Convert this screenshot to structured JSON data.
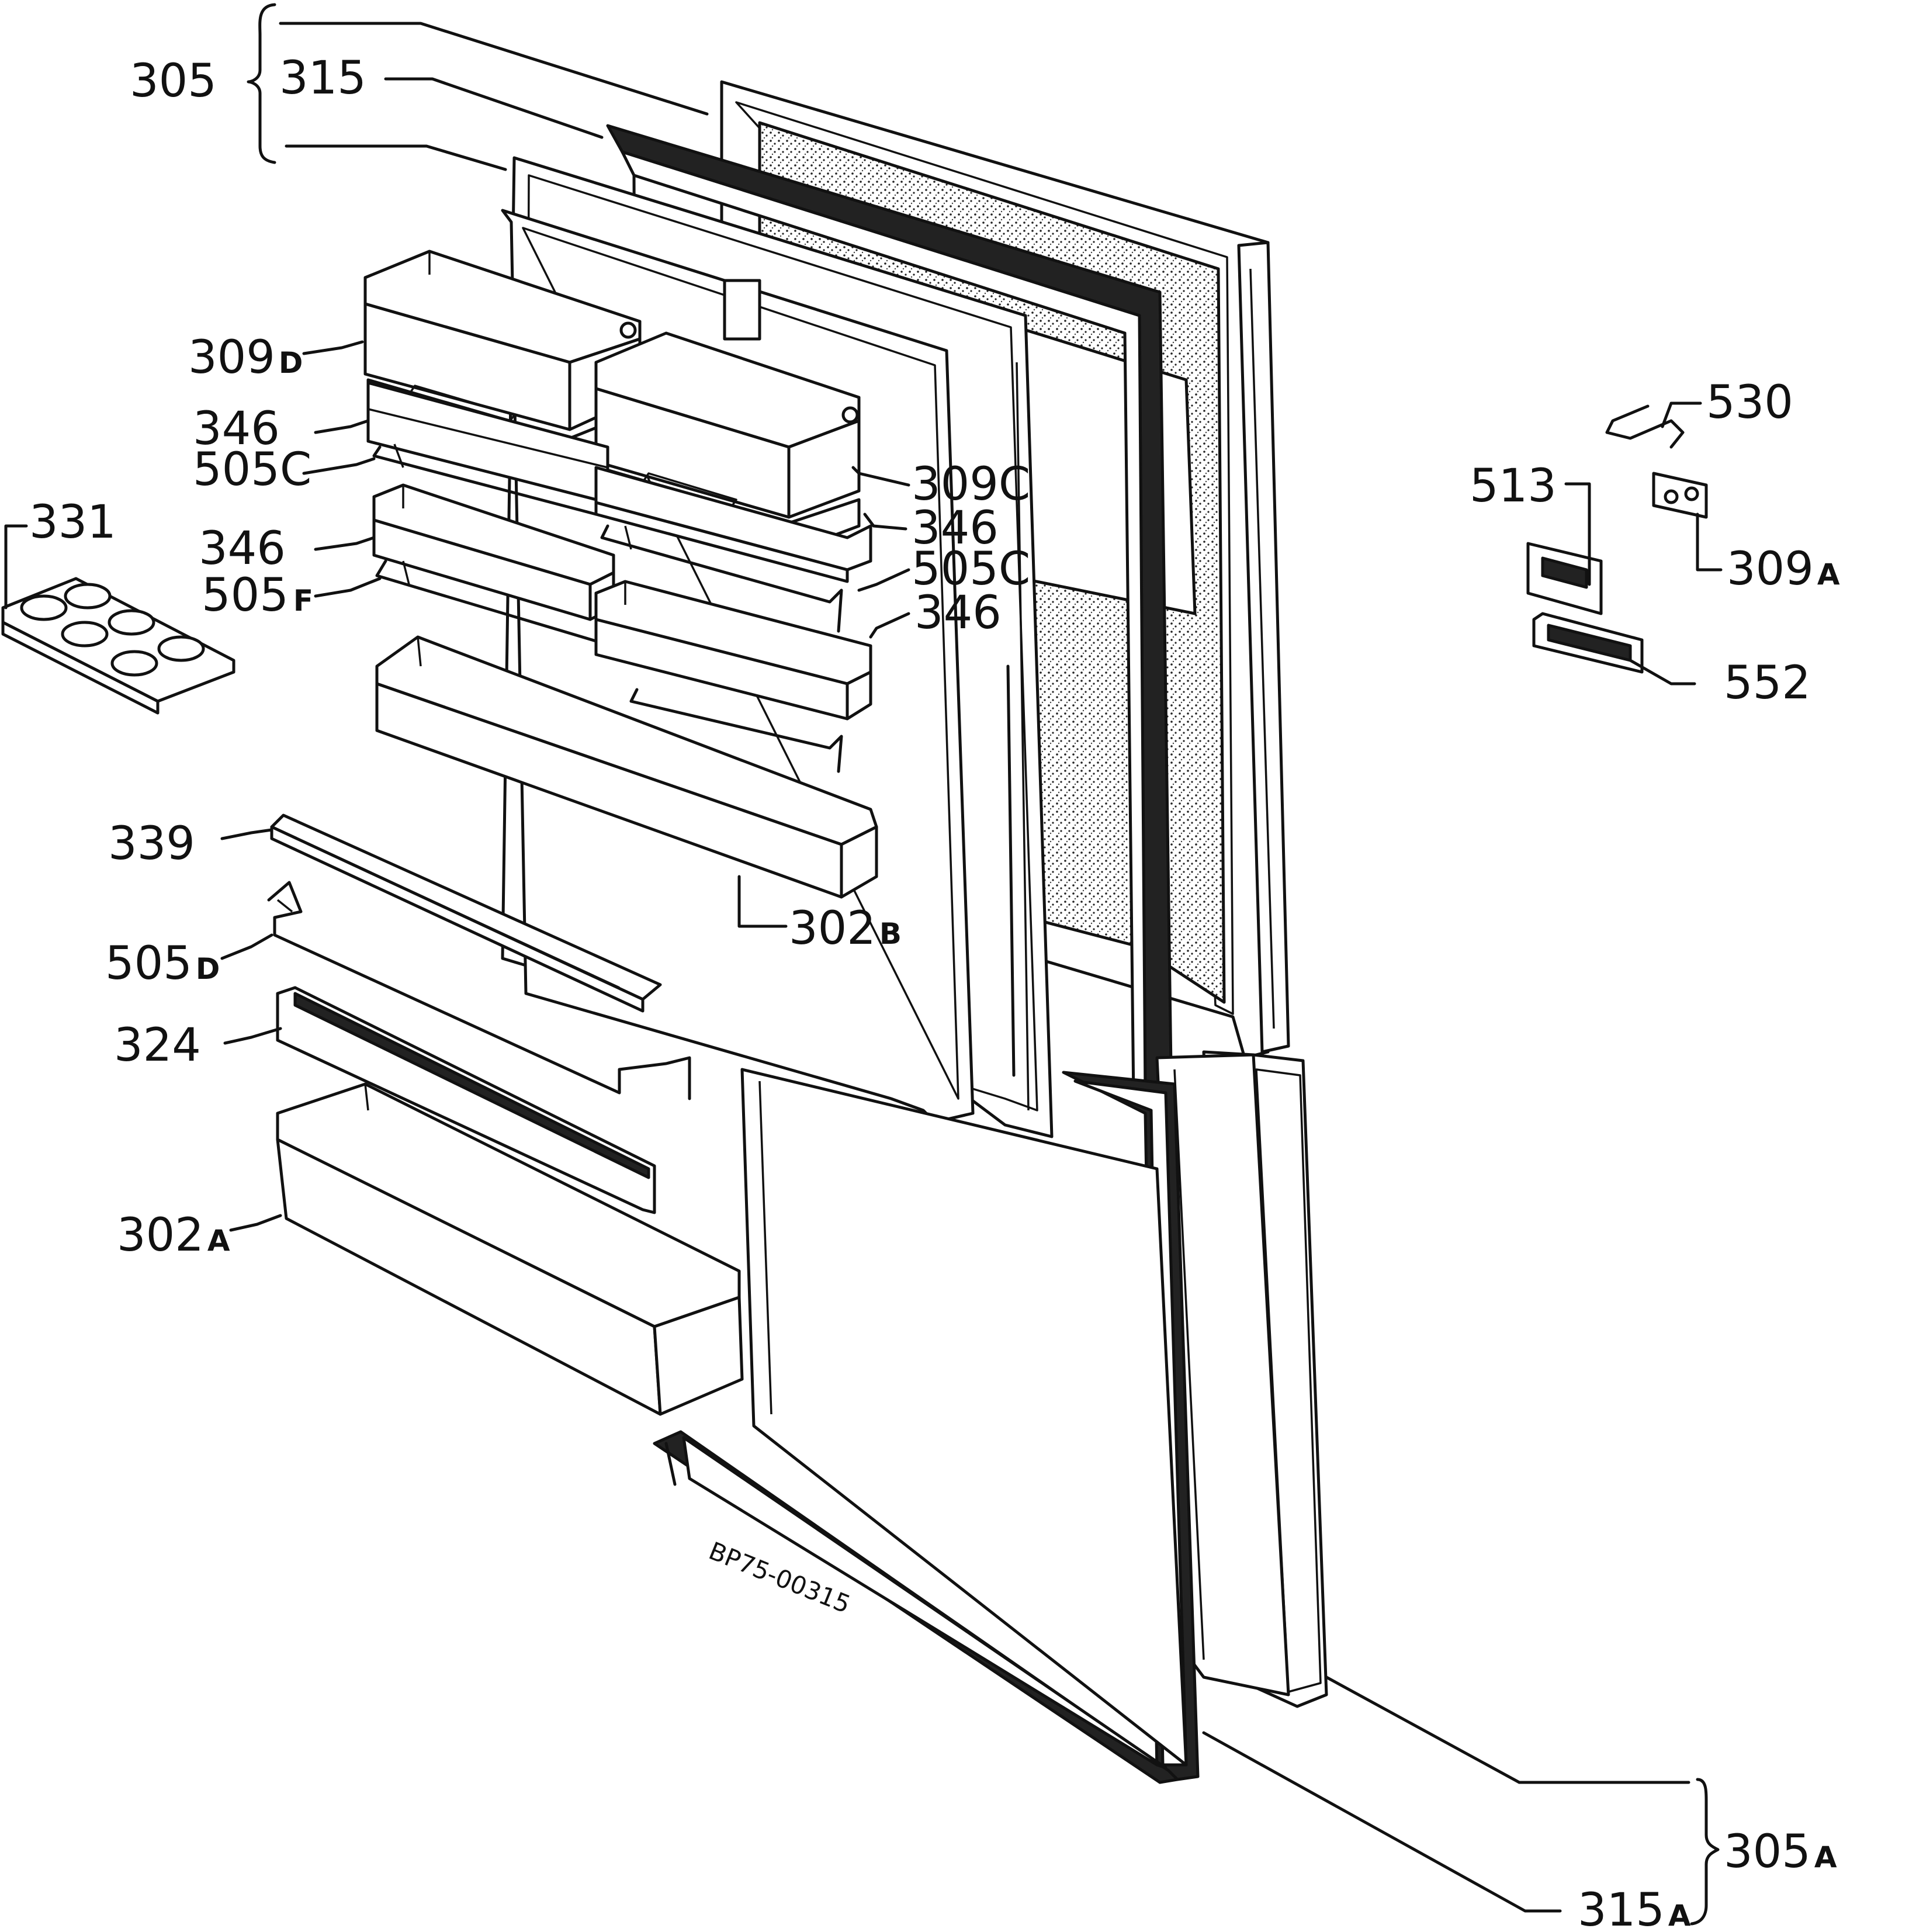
{
  "labels": {
    "l305": "305",
    "l315": "315",
    "l309d_num": "309",
    "l309d_suf": "D",
    "l346_a": "346",
    "l505c_a_num": "505",
    "l505c_a_suf": "C",
    "l331": "331",
    "l346_b": "346",
    "l505f_num": "505",
    "l505f_suf": "F",
    "l309c_num": "309",
    "l309c_suf": "C",
    "l346_c": "346",
    "l505c_b_num": "505",
    "l505c_b_suf": "C",
    "l346_d": "346",
    "l339": "339",
    "l302b_num": "302",
    "l302b_suf": "B",
    "l505d_num": "505",
    "l505d_suf": "D",
    "l324": "324",
    "l302a_num": "302",
    "l302a_suf": "A",
    "l530": "530",
    "l513": "513",
    "l309a_num": "309",
    "l309a_suf": "A",
    "l552": "552",
    "l305a_num": "305",
    "l305a_suf": "A",
    "l315a_num": "315",
    "l315a_suf": "A"
  },
  "drawing_ref": "BP75-00315",
  "colors": {
    "ink": "#111111",
    "paper": "#ffffff"
  }
}
